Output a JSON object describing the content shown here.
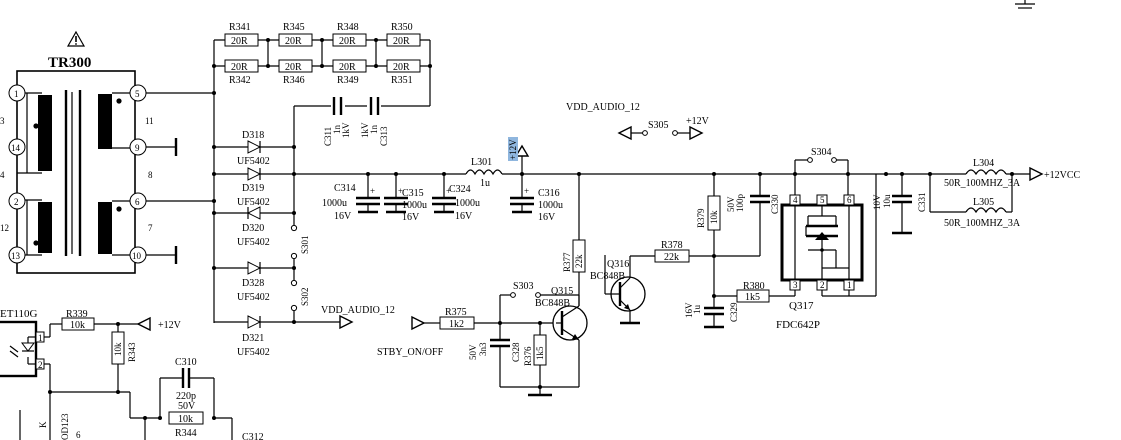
{
  "transformer": {
    "name": "TR300",
    "pins": [
      "1",
      "5",
      "3",
      "14",
      "9",
      "11",
      "8",
      "4",
      "2",
      "6",
      "12",
      "13",
      "10",
      "7"
    ]
  },
  "resistors_top": [
    {
      "ref": "R341",
      "val": "20R"
    },
    {
      "ref": "R345",
      "val": "20R"
    },
    {
      "ref": "R348",
      "val": "20R"
    },
    {
      "ref": "R350",
      "val": "20R"
    },
    {
      "ref": "R342",
      "val": "20R"
    },
    {
      "ref": "R346",
      "val": "20R"
    },
    {
      "ref": "R349",
      "val": "20R"
    },
    {
      "ref": "R351",
      "val": "20R"
    }
  ],
  "caps_top": [
    {
      "ref": "C311",
      "v1": "1n",
      "v2": "1kV"
    },
    {
      "ref": "C313",
      "v1": "1kV",
      "v2": "1n"
    }
  ],
  "diodes": [
    {
      "ref": "D318",
      "type": "UF5402"
    },
    {
      "ref": "D319",
      "type": "UF5402"
    },
    {
      "ref": "D320",
      "type": "UF5402"
    },
    {
      "ref": "D328",
      "type": "UF5402"
    },
    {
      "ref": "D321",
      "type": "UF5402"
    }
  ],
  "jumpers": {
    "s301": "S301",
    "s302": "S302",
    "s303": "S303",
    "s304": "S304",
    "s305": "S305"
  },
  "caps_filter": [
    {
      "ref": "C314",
      "val": "1000u",
      "v": "16V"
    },
    {
      "ref": "C315",
      "val": "1000u",
      "v": "16V"
    },
    {
      "ref": "C324",
      "val": "1000u",
      "v": "16V"
    },
    {
      "ref": "C316",
      "val": "1000u",
      "v": "16V"
    }
  ],
  "inductors": {
    "l301": {
      "ref": "L301",
      "val": "1u"
    },
    "l304": {
      "ref": "L304",
      "val": "50R_100MHZ_3A"
    },
    "l305": {
      "ref": "L305",
      "val": "50R_100MHZ_3A"
    }
  },
  "nets": {
    "vdd_audio_top": "VDD_AUDIO_12",
    "vdd_audio_bottom": "VDD_AUDIO_12",
    "plus12_a": "+12V",
    "plus12_b": "+12V",
    "plus12_c": "+12V",
    "plus12vcc": "+12VCC",
    "stby": "STBY_ON/OFF"
  },
  "transistors": {
    "q316": {
      "ref": "Q316",
      "type": "BC848B"
    },
    "q315": {
      "ref": "Q315",
      "type": "BC848B"
    },
    "q317": {
      "ref": "Q317",
      "type": "FDC642P",
      "pins": [
        "4",
        "5",
        "6",
        "3",
        "2",
        "1"
      ]
    }
  },
  "resistors_ctrl": {
    "r377": {
      "ref": "R377",
      "val": "22k"
    },
    "r378": {
      "ref": "R378",
      "val": "22k"
    },
    "r379": {
      "ref": "R379",
      "val": "10k"
    },
    "r380": {
      "ref": "R380",
      "val": "1k5"
    },
    "r375": {
      "ref": "R375",
      "val": "1k2"
    },
    "r376": {
      "ref": "R376",
      "val": "1k5"
    },
    "r339": {
      "ref": "R339",
      "val": "10k"
    },
    "r343": {
      "ref": "R343",
      "val": "10k"
    },
    "r344": {
      "ref": "R344",
      "val": "10k"
    }
  },
  "caps_ctrl": {
    "c330": {
      "ref": "C330",
      "v1": "50V",
      "v2": "100p"
    },
    "c329": {
      "ref": "C329",
      "v1": "16V",
      "v2": "1u"
    },
    "c328": {
      "ref": "C328",
      "v1": "50V",
      "v2": "3n3"
    },
    "c331": {
      "ref": "C331",
      "v1": "10V",
      "v2": "10u"
    },
    "c310": {
      "ref": "C310",
      "v1": "220p",
      "v2": "50V"
    },
    "c312": {
      "ref": "C312"
    }
  },
  "optocoupler": {
    "ref": "ET110G",
    "pins": [
      "1",
      "2"
    ]
  },
  "misc_bottom": {
    "od": "OD123",
    "k": "K",
    "six": "6"
  }
}
